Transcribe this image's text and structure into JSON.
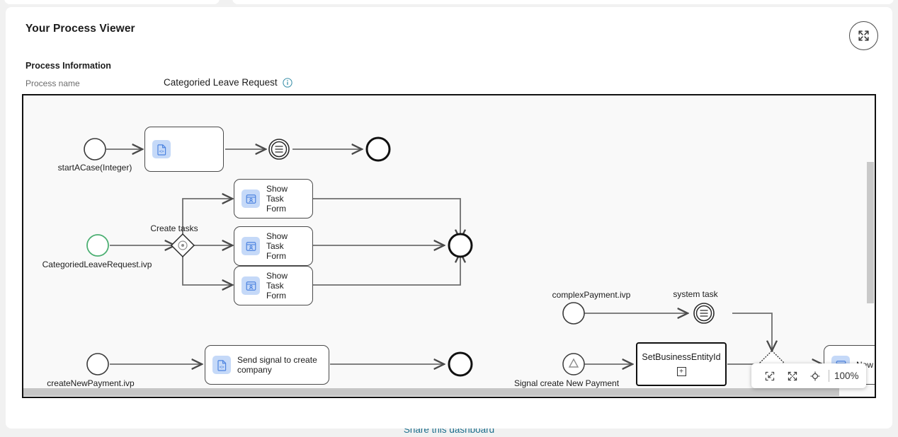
{
  "share_link": "Share this dashboard",
  "card": {
    "title": "Your Process Viewer",
    "expand_icon": "expand-arrows-icon",
    "section_title": "Process Information",
    "process_name_label": "Process name",
    "process_name_value": "Categoried Leave Request",
    "info_icon": "info-circle-icon"
  },
  "diagram": {
    "rows": {
      "row1": {
        "start_label": "startACase(Integer)",
        "task_icon": "script-document-icon",
        "task_label": "",
        "event_icon": "message-event-icon"
      },
      "row2": {
        "start_label": "CategoriedLeaveRequest.ivp",
        "gateway_label": "Create tasks",
        "gateway_icon": "task-switch-gateway-icon",
        "tasks": [
          {
            "icon": "user-task-form-icon",
            "line1": "Show",
            "line2": "Task Form"
          },
          {
            "icon": "user-task-form-icon",
            "line1": "Show",
            "line2": "Task Form"
          },
          {
            "icon": "user-task-form-icon",
            "line1": "Show",
            "line2": "Task Form"
          }
        ]
      },
      "row3": {
        "start_label": "createNewPayment.ivp",
        "task_icon": "script-document-icon",
        "task_line1": "Send signal to create",
        "task_line2": "company"
      },
      "row4": {
        "start_label": "complexPayment.ivp",
        "system_task_label": "system task",
        "system_task_icon": "message-event-icon"
      },
      "row5": {
        "signal_label": "Signal create New Payment",
        "signal_icon": "signal-triangle-icon",
        "subprocess_label": "SetBusinessEntityId",
        "subprocess_marker": "+",
        "clipped_task_icon": "user-task-form-icon",
        "clipped_task_label": "New Pay"
      }
    }
  },
  "zoom_toolbar": {
    "fit_icon": "zoom-to-fit-icon",
    "expand_icon": "expand-arrows-icon",
    "center_icon": "crosshair-target-icon",
    "level": "100%"
  },
  "colors": {
    "accent": "#1b6e8c",
    "task_icon_bg": "#c5d9f8",
    "task_icon_fg": "#4c83e0",
    "start_green": "#4caf72",
    "stroke": "#6e6e6e"
  }
}
